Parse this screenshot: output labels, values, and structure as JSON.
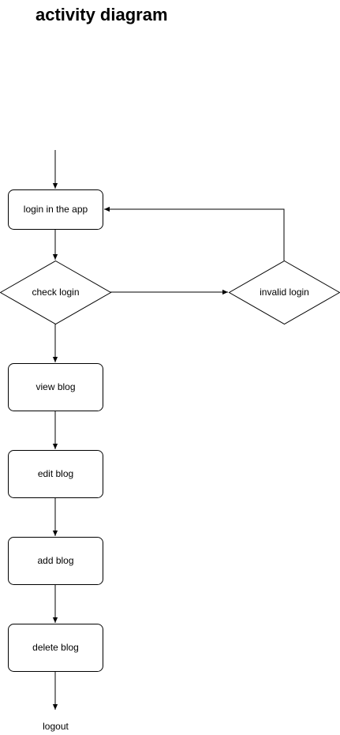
{
  "title": "activity diagram",
  "nodes": {
    "login_app": "login in the app",
    "check_login": "check login",
    "invalid_login": "invalid login",
    "view_blog": "view blog",
    "edit_blog": "edit blog",
    "add_blog": "add blog",
    "delete_blog": "delete blog",
    "logout": "logout"
  },
  "colors": {
    "stroke": "#000000",
    "fill": "#ffffff",
    "text": "#000000"
  }
}
